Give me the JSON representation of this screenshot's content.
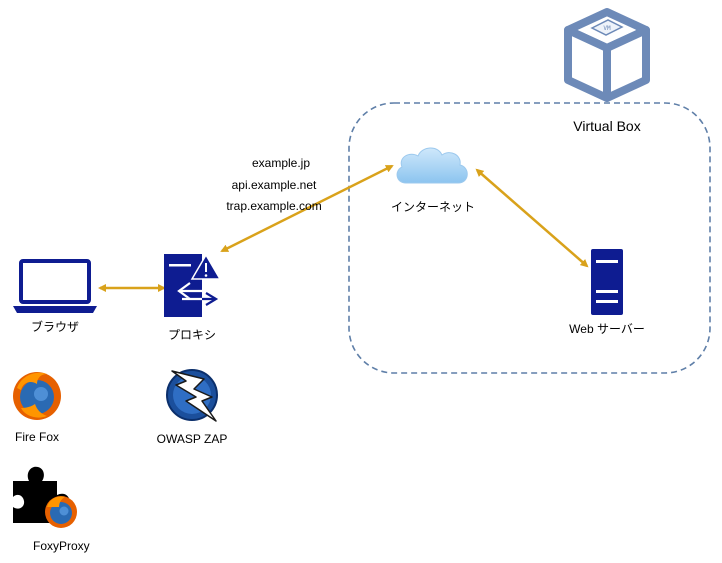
{
  "diagram": {
    "virtualbox": {
      "label": "Virtual Box"
    },
    "internet": {
      "label": "インターネット"
    },
    "webserver": {
      "label": "Web サーバー"
    },
    "browser": {
      "label": "ブラウザ"
    },
    "proxy": {
      "label": "プロキシ"
    },
    "domains": [
      "example.jp",
      "api.example.net",
      "trap.example.com"
    ],
    "firefox": {
      "label": "Fire Fox"
    },
    "owasp": {
      "label": "OWASP ZAP"
    },
    "foxyproxy": {
      "label": "FoxyProxy"
    },
    "colors": {
      "arrow": "#d9a21b",
      "navy": "#0e1c91",
      "boundary": "#5f7fa8",
      "vbox_blue": "#6d8ab8",
      "cloud": "#a9d4f5"
    }
  }
}
